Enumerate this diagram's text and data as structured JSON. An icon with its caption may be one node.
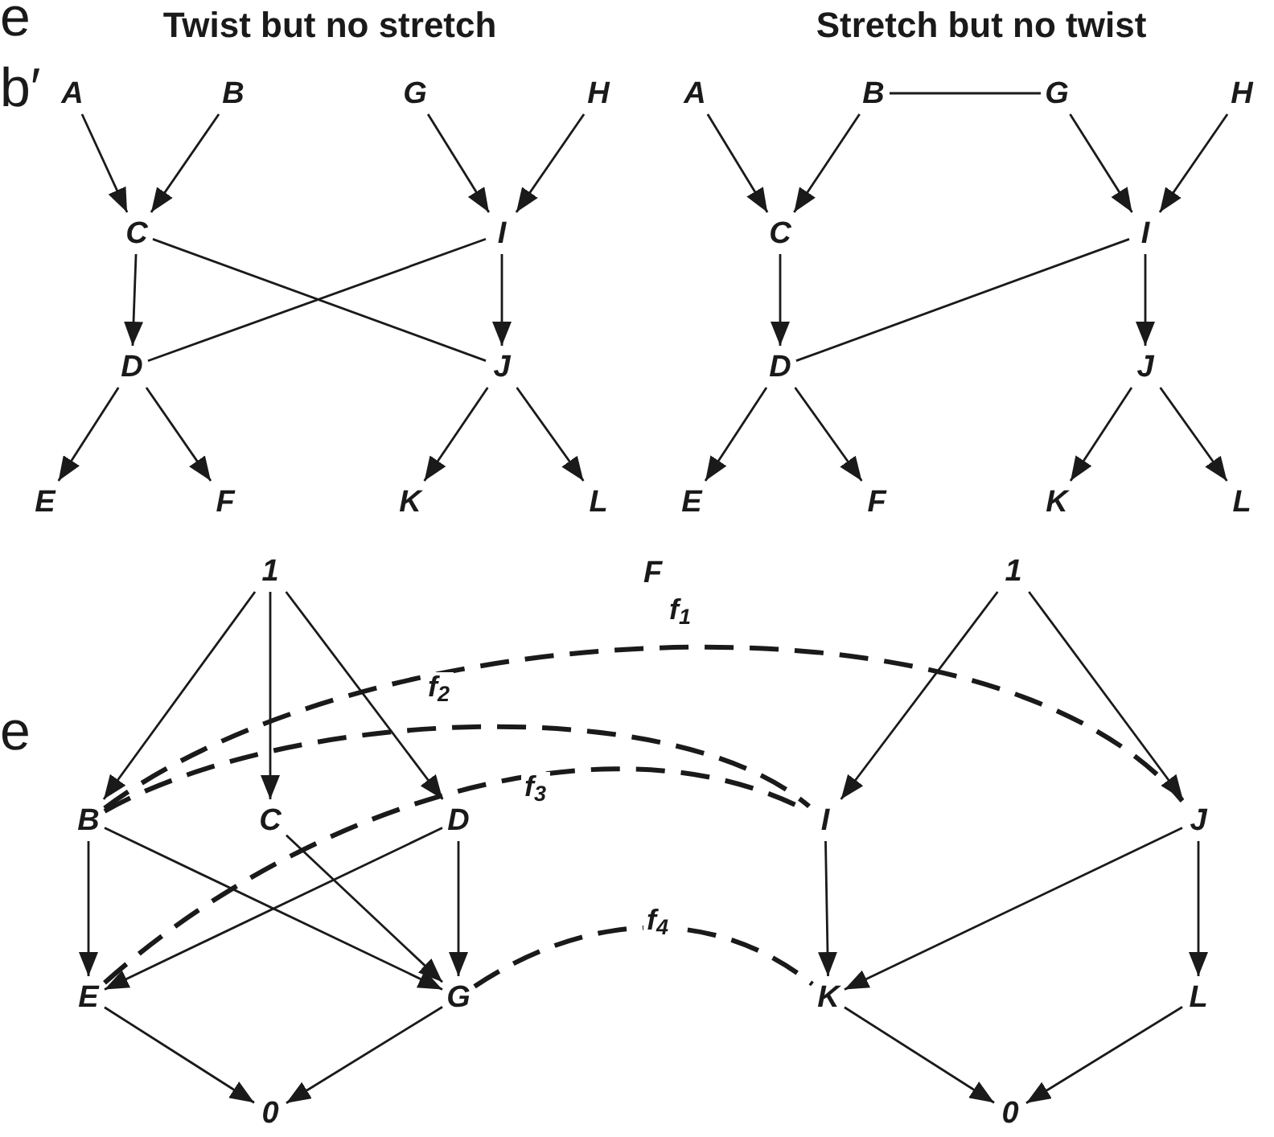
{
  "diagram": {
    "nodes": [
      {
        "text": [
          "A"
        ]
      },
      {
        "text": [
          "B"
        ]
      },
      {
        "text": [
          "G"
        ]
      },
      {
        "text": [
          "H"
        ]
      },
      {
        "text": [
          "C"
        ]
      },
      {
        "text": [
          "I"
        ]
      },
      {
        "text": [
          "D"
        ]
      },
      {
        "text": [
          "J"
        ]
      },
      {
        "text": [
          "E"
        ]
      },
      {
        "text": [
          "F"
        ]
      },
      {
        "text": [
          "K"
        ]
      },
      {
        "text": [
          "L"
        ]
      },
      {
        "text": [
          "A"
        ]
      },
      {
        "text": [
          "B"
        ]
      },
      {
        "text": [
          "G"
        ]
      },
      {
        "text": [
          "H"
        ]
      },
      {
        "text": [
          "C"
        ]
      },
      {
        "text": [
          "I"
        ]
      },
      {
        "text": [
          "D"
        ]
      },
      {
        "text": [
          "J"
        ]
      },
      {
        "text": [
          "E"
        ]
      },
      {
        "text": [
          "F"
        ]
      },
      {
        "text": [
          "K"
        ]
      },
      {
        "text": [
          "L"
        ]
      },
      {
        "text": [
          "1"
        ]
      },
      {
        "text": [
          "1"
        ]
      },
      {
        "text": [
          "B"
        ]
      },
      {
        "text": [
          "C"
        ]
      },
      {
        "text": [
          "D"
        ]
      },
      {
        "text": [
          "I"
        ]
      },
      {
        "text": [
          "J"
        ]
      },
      {
        "text": [
          "E"
        ]
      },
      {
        "text": [
          "G"
        ]
      },
      {
        "text": [
          "K"
        ]
      },
      {
        "text": [
          "L"
        ]
      },
      {
        "text": [
          "0"
        ]
      },
      {
        "text": [
          "0"
        ]
      }
    ],
    "edges": [
      {
        "from": 0,
        "to": 4,
        "arrow": "to"
      },
      {
        "from": 1,
        "to": 4,
        "arrow": "to"
      },
      {
        "from": 2,
        "to": 5,
        "arrow": "to"
      },
      {
        "from": 3,
        "to": 5,
        "arrow": "to"
      },
      {
        "from": 4,
        "to": 6,
        "arrow": "to"
      },
      {
        "from": 4,
        "to": 7,
        "arrow": "none"
      },
      {
        "from": 5,
        "to": 6,
        "arrow": "none"
      },
      {
        "from": 5,
        "to": 7,
        "arrow": "to"
      },
      {
        "from": 6,
        "to": 8,
        "arrow": "to"
      },
      {
        "from": 6,
        "to": 9,
        "arrow": "to"
      },
      {
        "from": 7,
        "to": 10,
        "arrow": "to"
      },
      {
        "from": 7,
        "to": 11,
        "arrow": "to"
      },
      {
        "from": 12,
        "to": 16,
        "arrow": "to"
      },
      {
        "from": 13,
        "to": 16,
        "arrow": "to"
      },
      {
        "from": 13,
        "to": 14,
        "arrow": "none"
      },
      {
        "from": 14,
        "to": 17,
        "arrow": "to"
      },
      {
        "from": 15,
        "to": 17,
        "arrow": "to"
      },
      {
        "from": 16,
        "to": 18,
        "arrow": "to"
      },
      {
        "from": 17,
        "to": 18,
        "arrow": "none"
      },
      {
        "from": 17,
        "to": 19,
        "arrow": "to"
      },
      {
        "from": 18,
        "to": 20,
        "arrow": "to"
      },
      {
        "from": 18,
        "to": 21,
        "arrow": "to"
      },
      {
        "from": 19,
        "to": 22,
        "arrow": "to"
      },
      {
        "from": 19,
        "to": 23,
        "arrow": "to"
      },
      {
        "from": 24,
        "to": 26,
        "arrow": "to"
      },
      {
        "from": 24,
        "to": 27,
        "arrow": "to"
      },
      {
        "from": 24,
        "to": 28,
        "arrow": "to"
      },
      {
        "from": 26,
        "to": 31,
        "arrow": "to"
      },
      {
        "from": 26,
        "to": 32,
        "arrow": "to"
      },
      {
        "from": 27,
        "to": 32,
        "arrow": "to"
      },
      {
        "from": 28,
        "to": 31,
        "arrow": "to"
      },
      {
        "from": 28,
        "to": 32,
        "arrow": "to"
      },
      {
        "from": 31,
        "to": 35,
        "arrow": "to"
      },
      {
        "from": 32,
        "to": 35,
        "arrow": "to"
      },
      {
        "from": 25,
        "to": 29,
        "arrow": "to"
      },
      {
        "from": 25,
        "to": 30,
        "arrow": "to"
      },
      {
        "from": 29,
        "to": 33,
        "arrow": "to"
      },
      {
        "from": 30,
        "to": 33,
        "arrow": "to"
      },
      {
        "from": 30,
        "to": 34,
        "arrow": "to"
      },
      {
        "from": 33,
        "to": 36,
        "arrow": "to"
      },
      {
        "from": 34,
        "to": 36,
        "arrow": "to"
      },
      {
        "from": 26,
        "to": 30,
        "arrow": "none",
        "style": "dashed",
        "label": "f$_{1}$"
      },
      {
        "from": 26,
        "to": 29,
        "arrow": "none",
        "style": "dashed",
        "label": "f$_{2}$"
      },
      {
        "from": 31,
        "to": 29,
        "arrow": "none",
        "style": "dashed",
        "label": "f$_{3}$"
      },
      {
        "from": 32,
        "to": 33,
        "arrow": "none",
        "style": "dashed",
        "label": "f$_{4}$"
      }
    ],
    "labels": [
      "e",
      "Twist but no stretch",
      "Stretch but no twist",
      "b′",
      "F",
      "e"
    ]
  }
}
